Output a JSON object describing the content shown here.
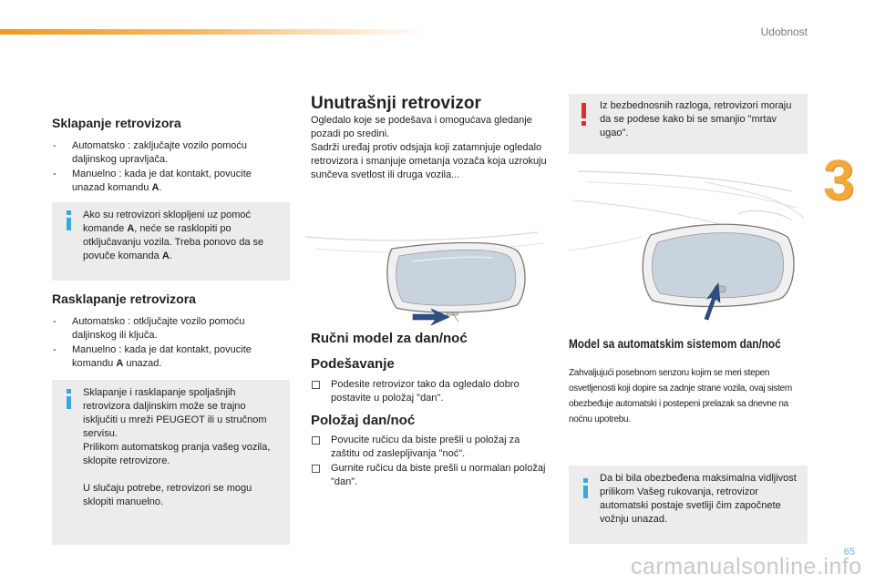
{
  "header": {
    "section": "Udobnost",
    "chapter": "3"
  },
  "left": {
    "fold": {
      "title": "Sklapanje retrovizora",
      "items": [
        {
          "mark": "-",
          "text": "Automatsko : zaključajte vozilo pomoću daljinskog upravljača."
        },
        {
          "mark": "-",
          "text": "Manuelno : kada je dat kontakt, povucite unazad komandu ",
          "bold": "A",
          "tail": "."
        }
      ]
    },
    "fold_info": {
      "l1": "Ako su retrovizori sklopljeni uz pomoć komande ",
      "bold1": "A",
      "l2": ", neće se rasklopiti po otključavanju vozila. Treba ponovo da se povuče komanda ",
      "bold2": "A",
      "l3": "."
    },
    "unfold": {
      "title": "Rasklapanje retrovizora",
      "items": [
        {
          "mark": "-",
          "text": "Automatsko : otključajte vozilo pomoću daljinskog ili ključa."
        },
        {
          "mark": "-",
          "text": "Manuelno : kada je dat kontakt, povucite komandu ",
          "bold": "A",
          "tail": " unazad."
        }
      ]
    },
    "unfold_info": {
      "p1": "Sklapanje i rasklapanje spoljašnjih retrovizora daljinskim može se trajno isključiti u mreži PEUGEOT ili u stručnom servisu.",
      "p2": "Prilikom automatskog pranja vašeg vozila, sklopite retrovizore.",
      "p3": "U slučaju potrebe, retrovizori se mogu sklopiti manuelno."
    }
  },
  "middle": {
    "title": "Unutrašnji retrovizor",
    "intro1": "Ogledalo koje se podešava i omogućava gledanje pozadi po sredini.",
    "intro2": "Sadrži uređaj protiv odsjaja koji zatamnjuje ogledalo retrovizora i smanjuje ometanja vozača koja uzrokuju sunčeva svetlost ili druga vozila...",
    "manual_title": "Ručni model za dan/noć",
    "adjust_title": "Podešavanje",
    "adjust_items": [
      {
        "text": "Podesite retrovizor tako da ogledalo dobro postavite u položaj \"dan\"."
      }
    ],
    "daynight_title": "Položaj dan/noć",
    "daynight_items": [
      {
        "text": "Povucite ručicu da biste prešli u položaj za zaštitu od zaslepljivanja \"noć\"."
      },
      {
        "text": "Gurnite ručicu da biste prešli u normalan položaj \"dan\"."
      }
    ]
  },
  "right": {
    "warning": "Iz bezbednosnih razloga, retrovizori moraju da se podese kako bi se smanjio \"mrtav ugao\".",
    "auto_title": "Model sa automatskim sistemom dan/noć",
    "auto_text": "Zahvaljujući posebnom senzoru kojim se meri stepen osvetljenosti koji dopire sa zadnje strane vozila, ovaj sistem obezbeđuje automatski i postepeni prelazak sa dnevne na noćnu upotrebu.",
    "auto_info": "Da bi bila obezbeđena maksimalna vidljivost prilikom Vašeg rukovanja, retrovizor automatski postaje svetliji čim započnete vožnju unazad."
  },
  "footer": {
    "page": "65",
    "watermark": "carmanualsonline.info"
  },
  "colors": {
    "accent": "#f39a1e",
    "info": "#35a9df",
    "warning": "#e32b2b",
    "box": "#ececec"
  },
  "icons": [
    "info-icon",
    "warning-icon",
    "checkbox-bullet-icon",
    "arrow-icon"
  ]
}
